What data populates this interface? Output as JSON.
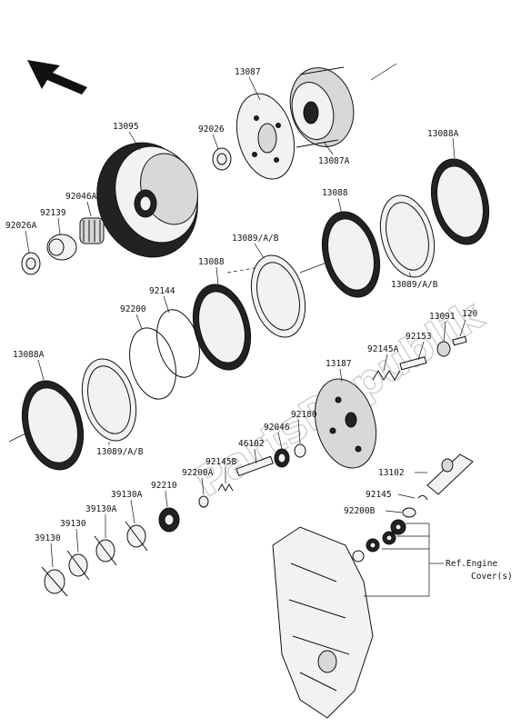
{
  "labels": {
    "p13087": "13087",
    "p13087A": "13087A",
    "p13095": "13095",
    "p92026": "92026",
    "p13088A_top": "13088A",
    "p92046A": "92046A",
    "p92139": "92139",
    "p92026A": "92026A",
    "p13088_mid": "13088",
    "p13089_mid": "13089/A/B",
    "p13089_right": "13089/A/B",
    "p13088_left": "13088",
    "p92144": "92144",
    "p92200": "92200",
    "p13091": "13091",
    "p120": "120",
    "p92153": "92153",
    "p92145A": "92145A",
    "p13088A_left": "13088A",
    "p13187": "13187",
    "p92180": "92180",
    "p92046": "92046",
    "p13089_low": "13089/A/B",
    "p46102": "46102",
    "p92145B": "92145B",
    "p92200A": "92200A",
    "p92210": "92210",
    "p39130A_a": "39130A",
    "p39130A_b": "39130A",
    "p39130_a": "39130",
    "p39130_b": "39130",
    "p13102": "13102",
    "p92145": "92145",
    "p92200B": "92200B",
    "ref_line1": "Ref.Engine",
    "ref_line2": "Cover(s)"
  },
  "watermark": "PartsRepublik"
}
